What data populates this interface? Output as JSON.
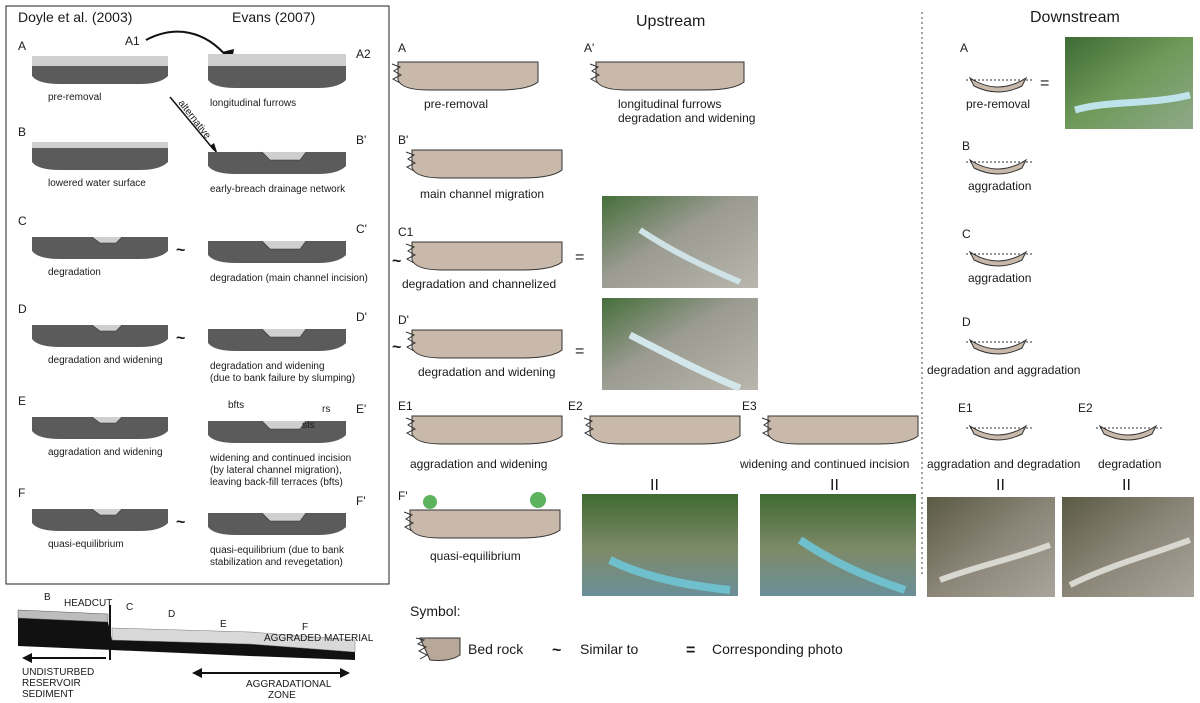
{
  "left_panel": {
    "col_headers": [
      "Doyle et al. (2003)",
      "Evans (2007)"
    ],
    "rows": [
      {
        "left_letter": "A",
        "left_caption": [
          "pre-removal"
        ],
        "right_letter": "A2",
        "right_caption": [
          "longitudinal furrows"
        ],
        "similar": ""
      },
      {
        "left_letter": "B",
        "left_caption": [
          "lowered water surface"
        ],
        "right_letter": "B'",
        "right_caption": [
          "early-breach drainage network"
        ],
        "similar": ""
      },
      {
        "left_letter": "C",
        "left_caption": [
          "degradation"
        ],
        "right_letter": "C'",
        "right_caption": [
          "degradation (main channel incision)"
        ],
        "similar": "~"
      },
      {
        "left_letter": "D",
        "left_caption": [
          "degradation and widening"
        ],
        "right_letter": "D'",
        "right_caption": [
          "degradation and widening",
          "(due to bank failure by slumping)"
        ],
        "similar": "~"
      },
      {
        "left_letter": "E",
        "left_caption": [
          "aggradation and widening"
        ],
        "right_letter": "E'",
        "right_caption": [
          "widening and continued incision",
          "(by lateral channel migration),",
          "leaving back-fill terraces (bfts)"
        ],
        "similar": ""
      },
      {
        "left_letter": "F",
        "left_caption": [
          "quasi-equilibrium"
        ],
        "right_letter": "F'",
        "right_caption": [
          "quasi-equilibrium (due to bank",
          "stabilization and revegetation)"
        ],
        "similar": "~"
      }
    ],
    "a1_label": "A1",
    "alternative_label": "alternative",
    "e_prime_labels": [
      "bfts",
      "sts",
      "rs"
    ]
  },
  "profile": {
    "letters": [
      "B",
      "C",
      "D",
      "E",
      "F"
    ],
    "headcut": "HEADCUT",
    "aggraded": "AGGRADED MATERIAL",
    "undisturbed": [
      "UNDISTURBED",
      "RESERVOIR",
      "SEDIMENT"
    ],
    "aggradational": [
      "AGGRADATIONAL",
      "ZONE"
    ]
  },
  "upstream": {
    "title": "Upstream",
    "items": [
      {
        "id": "A",
        "caption": [
          "pre-removal"
        ]
      },
      {
        "id": "A'",
        "caption": [
          "longitudinal furrows",
          "degradation and widening"
        ]
      },
      {
        "id": "B'",
        "caption": [
          "main channel migration"
        ]
      },
      {
        "id": "C1",
        "caption": [
          "degradation and channelized"
        ]
      },
      {
        "id": "D'",
        "caption": [
          "degradation and widening"
        ]
      },
      {
        "id": "E1",
        "caption": [
          "aggradation and widening"
        ]
      },
      {
        "id": "E2",
        "caption": []
      },
      {
        "id": "E3",
        "caption": [
          "widening and continued incision"
        ]
      },
      {
        "id": "F'",
        "caption": [
          "quasi-equilibrium"
        ]
      }
    ]
  },
  "downstream": {
    "title": "Downstream",
    "items": [
      {
        "id": "A",
        "caption": [
          "pre-removal"
        ]
      },
      {
        "id": "B",
        "caption": [
          "aggradation"
        ]
      },
      {
        "id": "C",
        "caption": [
          "aggradation"
        ]
      },
      {
        "id": "D",
        "caption": [
          "degradation and aggradation"
        ]
      },
      {
        "id": "E1",
        "caption": [
          "aggradation and degradation"
        ]
      },
      {
        "id": "E2",
        "caption": [
          "degradation"
        ]
      }
    ]
  },
  "symbols": {
    "title": "Symbol:",
    "bedrock": "Bed rock",
    "similar_sym": "~",
    "similar": "Similar to",
    "corr_sym": "=",
    "corresponding": "Corresponding photo"
  },
  "marks": {
    "similar": "~",
    "equal": "=",
    "parallel": "II"
  },
  "colors": {
    "channel_dark": "#5b5b5b",
    "water": "#cfcfcf",
    "sediment": "#c8b9aa",
    "foliage": "#2f6b2f",
    "river": "#7fb7c4"
  }
}
